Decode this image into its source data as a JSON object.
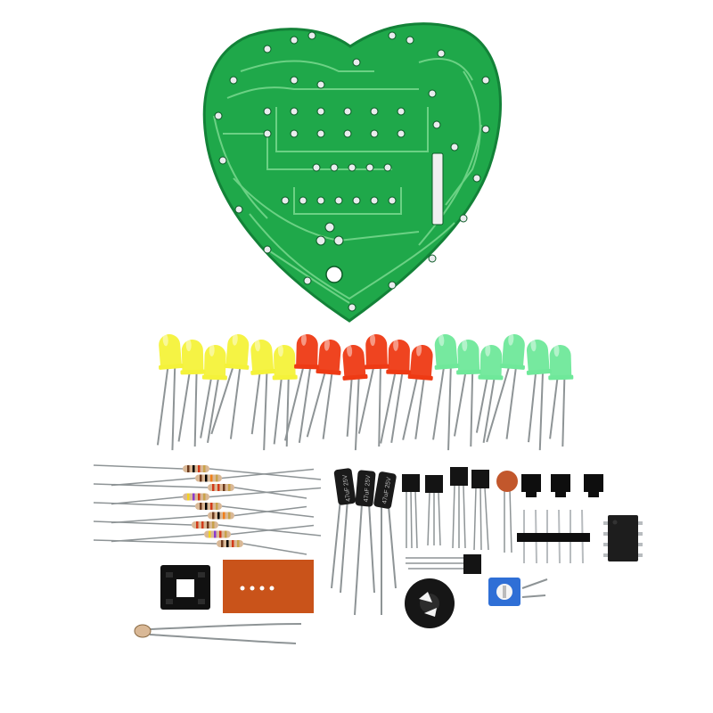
{
  "photo": {
    "colors": {
      "background": "#ffffff",
      "pcb": "#1fa84a",
      "pcb_dark": "#138238",
      "trace": "#7fdc93",
      "pad": "#e9ecee",
      "led_yellow": "#f4f23a",
      "led_red": "#ee3a14",
      "led_green": "#6fe89a",
      "lead": "#8e9496",
      "resistor_body": "#d9b896",
      "capacitor": "#1a1a1a",
      "transistor": "#141414",
      "ceramic_cap": "#c2572c",
      "header": "#0e0e0e",
      "ic": "#1d1d1d",
      "socket": "#111111",
      "copper_board": "#c9531a",
      "buzzer": "#161616",
      "pot_blue": "#2f6fd6"
    },
    "led_colors": [
      "yellow",
      "yellow",
      "yellow",
      "yellow",
      "yellow",
      "yellow",
      "red",
      "red",
      "red",
      "red",
      "red",
      "red",
      "green",
      "green",
      "green",
      "green",
      "green",
      "green"
    ],
    "resistor_count": 9,
    "electrolytic_capacitors": [
      {
        "marking": "47uF 25V"
      },
      {
        "marking": "47uF 25V"
      },
      {
        "marking": "47uF 25V"
      }
    ],
    "transistor_count": 4,
    "jumper_count": 3,
    "header_pin_count": 6
  }
}
